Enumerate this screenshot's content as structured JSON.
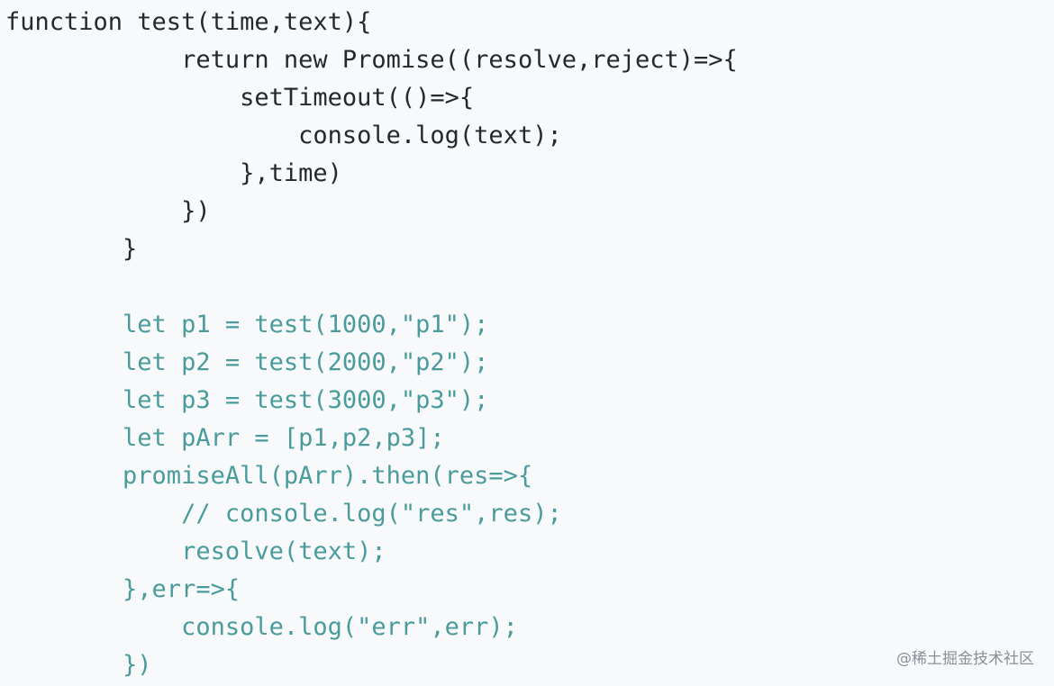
{
  "colors": {
    "background": "#f8f9fb",
    "code_default": "#24292e",
    "code_teal": "#4a9b9b",
    "watermark": "#8a8f98"
  },
  "code": {
    "lines": [
      "function test(time,text){",
      "            return new Promise((resolve,reject)=>{",
      "                setTimeout(()=>{",
      "                    console.log(text);",
      "                },time)",
      "            })",
      "        }",
      "",
      "        let p1 = test(1000,\"p1\");",
      "        let p2 = test(2000,\"p2\");",
      "        let p3 = test(3000,\"p3\");",
      "        let pArr = [p1,p2,p3];",
      "        promiseAll(pArr).then(res=>{",
      "            // console.log(\"res\",res);",
      "            resolve(text);",
      "        },err=>{",
      "            console.log(\"err\",err);",
      "        })"
    ]
  },
  "watermark": {
    "text": "@稀土掘金技术社区"
  }
}
